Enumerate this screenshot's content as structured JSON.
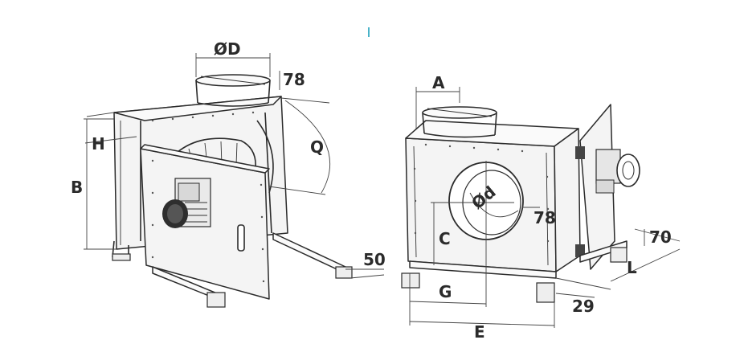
{
  "labels": {
    "phi_D": "ØD",
    "h78_left": "78",
    "H": "H",
    "B": "B",
    "Q": "Q",
    "d50": "50",
    "A": "A",
    "phi_d": "Ød",
    "h78_right": "78",
    "C": "C",
    "G": "G",
    "E": "E",
    "d70": "70",
    "L": "L",
    "d29": "29"
  },
  "colors": {
    "line": "#2b2b2b",
    "panel": "#f4f4f4",
    "accent_mark": "#4ab3c9"
  }
}
